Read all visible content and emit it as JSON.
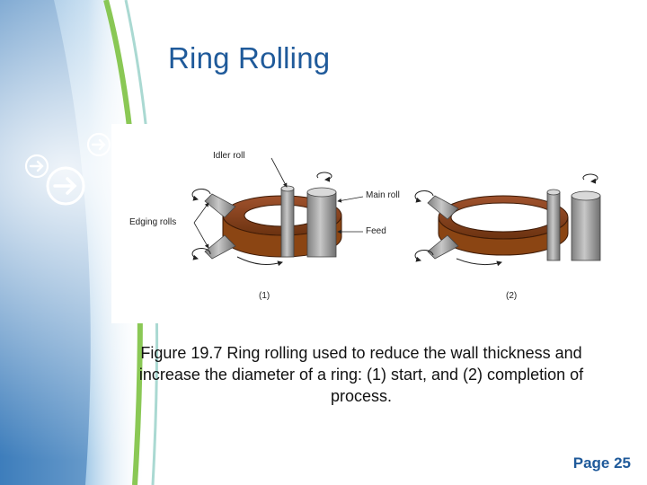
{
  "slide": {
    "title": "Ring Rolling",
    "caption": "Figure 19.7 Ring rolling used to reduce the wall thickness and increase the diameter of a ring: (1) start, and (2) completion of process.",
    "page_number": "Page 25"
  },
  "figure": {
    "labels": {
      "idler_roll": "Idler roll",
      "main_roll": "Main roll",
      "edging_rolls": "Edging rolls",
      "feed": "Feed",
      "stage_1": "(1)",
      "stage_2": "(2)"
    }
  },
  "colors": {
    "title": "#1f5a9a",
    "ring": "#8b4513",
    "roll": "#a9a9a9",
    "accent_green": "#7dc242"
  },
  "icons": [
    "arrow-circle-icon"
  ]
}
